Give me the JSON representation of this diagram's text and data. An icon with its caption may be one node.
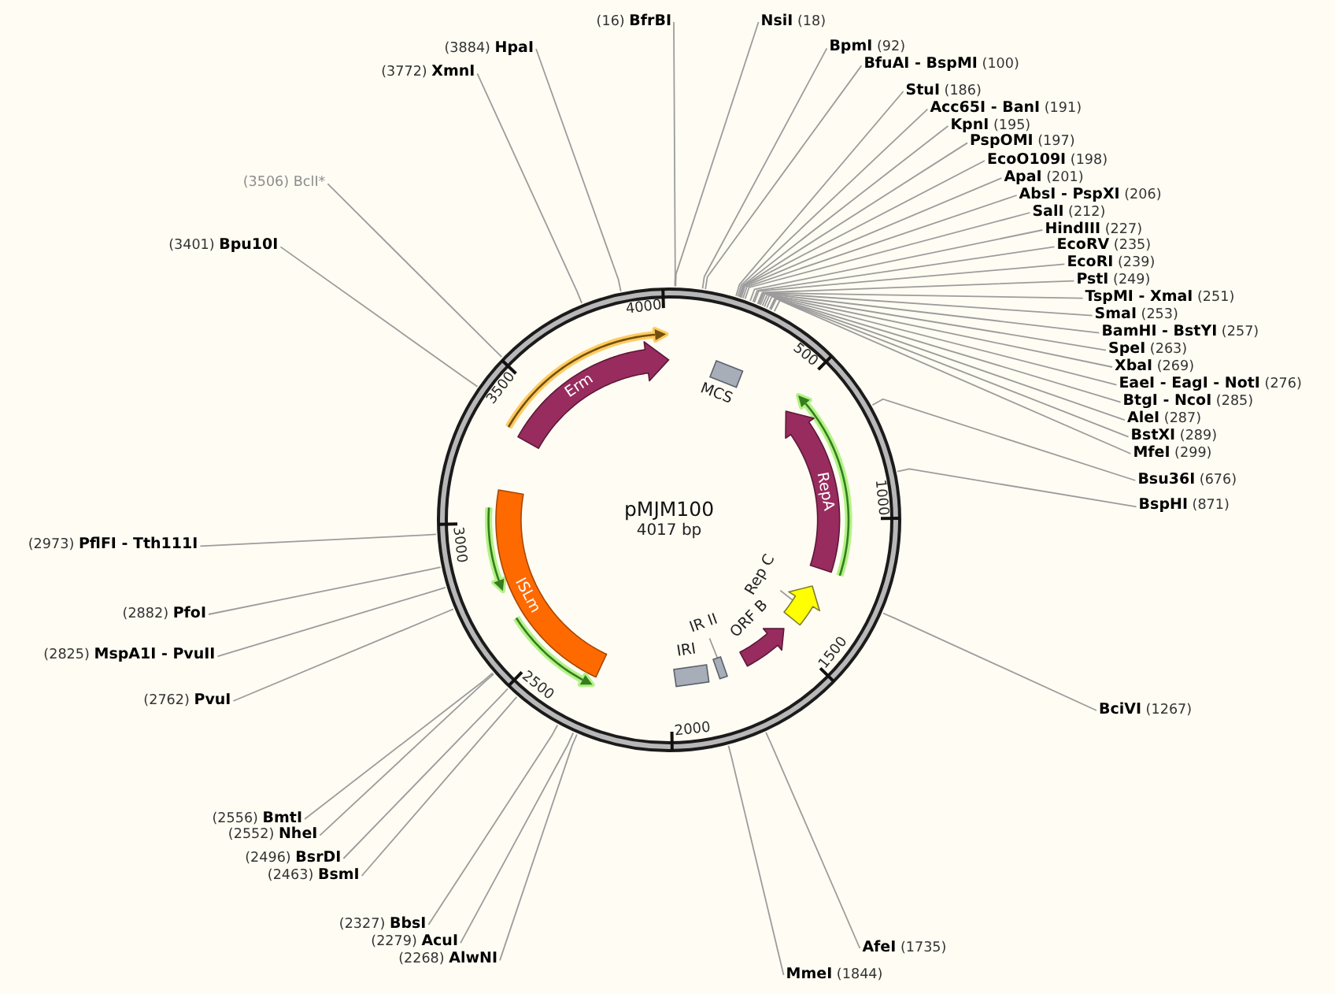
{
  "diagram": {
    "nodes": [
      {
        "text": [
          "pMJM100",
          "4017 bp"
        ]
      },
      {
        "text": [],
        "shape": "arrow",
        "in": 0
      },
      {
        "text": [
          "Erm"
        ],
        "in": 0
      },
      {
        "text": [
          "MCS"
        ],
        "in": 0
      },
      {
        "text": [],
        "shape": "arrow",
        "in": 0
      },
      {
        "text": [
          "RepA"
        ],
        "in": 0
      },
      {
        "text": [],
        "shape": "arrow",
        "in": 0
      },
      {
        "text": [
          "ISLm"
        ],
        "in": 0
      },
      {
        "text": [
          "Rep C"
        ],
        "in": 0
      },
      {
        "text": [],
        "shape": "arrow",
        "in": 0
      },
      {
        "text": [
          "ORF B"
        ],
        "in": 0
      },
      {
        "text": [
          "IR II"
        ],
        "in": 0
      },
      {
        "text": [],
        "shape": "box",
        "in": 0
      },
      {
        "text": [],
        "shape": "arrow",
        "in": 0
      },
      {
        "text": [
          "IRI"
        ],
        "in": 0
      },
      {
        "text": [
          "(16) **BfrBI**"
        ]
      },
      {
        "text": [
          "**NsiI** (18)"
        ]
      },
      {
        "text": [
          "**BpmI** (92)"
        ]
      },
      {
        "text": [
          "**BfuAI - BspMI** (100)"
        ]
      },
      {
        "text": [
          "**StuI** (186)"
        ]
      },
      {
        "text": [
          "**Acc65I - BanI** (191)"
        ]
      },
      {
        "text": [
          "**KpnI** (195)"
        ]
      },
      {
        "text": [
          "**PspOMI** (197)"
        ]
      },
      {
        "text": [
          "**EcoO109I** (198)"
        ]
      },
      {
        "text": [
          "**ApaI** (201)"
        ]
      },
      {
        "text": [
          "**AbsI - PspXI** (206)"
        ]
      },
      {
        "text": [
          "**SalI** (212)"
        ]
      },
      {
        "text": [
          "**HindIII** (227)"
        ]
      },
      {
        "text": [
          "**EcoRV** (235)"
        ]
      },
      {
        "text": [
          "**EcoRI** (239)"
        ]
      },
      {
        "text": [
          "**PstI** (249)"
        ]
      },
      {
        "text": [
          "**TspMI - XmaI** (251)"
        ]
      },
      {
        "text": [
          "**SmaI** (253)"
        ]
      },
      {
        "text": [
          "**BamHI - BstYI** (257)"
        ]
      },
      {
        "text": [
          "**SpeI** (263)"
        ]
      },
      {
        "text": [
          "**XbaI** (269)"
        ]
      },
      {
        "text": [
          "**EaeI - EagI - NotI** (276)"
        ]
      },
      {
        "text": [
          "**BtgI - NcoI** (285)"
        ]
      },
      {
        "text": [
          "**AleI** (287)"
        ]
      },
      {
        "text": [
          "**BstXI** (289)"
        ]
      },
      {
        "text": [
          "**MfeI** (299)"
        ]
      },
      {
        "text": [
          "**Bsu36I** (676)"
        ]
      },
      {
        "text": [
          "**BspHI** (871)"
        ]
      },
      {
        "text": [
          "**BciVI** (1267)"
        ]
      },
      {
        "text": [
          "**AfeI** (1735)"
        ]
      },
      {
        "text": [
          "**MmeI** (1844)"
        ]
      },
      {
        "text": [
          "(2268) **AlwNI**"
        ]
      },
      {
        "text": [
          "(2279) **AcuI**"
        ]
      },
      {
        "text": [
          "(2327) **BbsI**"
        ]
      },
      {
        "text": [
          "(2463) **BsmI**"
        ]
      },
      {
        "text": [
          "(2496) **BsrDI**"
        ]
      },
      {
        "text": [
          "(2552) **NheI**"
        ]
      },
      {
        "text": [
          "(2556) **BmtI**"
        ]
      },
      {
        "text": [
          "(2762) **PvuI**"
        ]
      },
      {
        "text": [
          "(2825) **MspA1I - PvuII**"
        ]
      },
      {
        "text": [
          "(2882) **PfoI**"
        ]
      },
      {
        "text": [
          "(2973) **PflFI - Tth111I**"
        ]
      },
      {
        "text": [
          "(3401) **Bpu10I**"
        ]
      },
      {
        "text": [
          "(3506) BclI*"
        ]
      },
      {
        "text": [
          "(3772) **XmnI**"
        ]
      },
      {
        "text": [
          "(3884) **HpaI**"
        ]
      }
    ],
    "edges": [
      {
        "from": 8,
        "to": 9,
        "arrow": "none"
      },
      {
        "from": 11,
        "to": 12,
        "arrow": "none"
      },
      {
        "from": 15,
        "to": 0,
        "arrow": "none"
      },
      {
        "from": 16,
        "to": 0,
        "arrow": "none"
      },
      {
        "from": 17,
        "to": 0,
        "arrow": "none"
      },
      {
        "from": 18,
        "to": 0,
        "arrow": "none"
      },
      {
        "from": 19,
        "to": 0,
        "arrow": "none"
      },
      {
        "from": 20,
        "to": 0,
        "arrow": "none"
      },
      {
        "from": 21,
        "to": 0,
        "arrow": "none"
      },
      {
        "from": 22,
        "to": 0,
        "arrow": "none"
      },
      {
        "from": 23,
        "to": 0,
        "arrow": "none"
      },
      {
        "from": 24,
        "to": 0,
        "arrow": "none"
      },
      {
        "from": 25,
        "to": 0,
        "arrow": "none"
      },
      {
        "from": 26,
        "to": 0,
        "arrow": "none"
      },
      {
        "from": 27,
        "to": 0,
        "arrow": "none"
      },
      {
        "from": 28,
        "to": 0,
        "arrow": "none"
      },
      {
        "from": 29,
        "to": 0,
        "arrow": "none"
      },
      {
        "from": 30,
        "to": 0,
        "arrow": "none"
      },
      {
        "from": 31,
        "to": 0,
        "arrow": "none"
      },
      {
        "from": 32,
        "to": 0,
        "arrow": "none"
      },
      {
        "from": 33,
        "to": 0,
        "arrow": "none"
      },
      {
        "from": 34,
        "to": 0,
        "arrow": "none"
      },
      {
        "from": 35,
        "to": 0,
        "arrow": "none"
      },
      {
        "from": 36,
        "to": 0,
        "arrow": "none"
      },
      {
        "from": 37,
        "to": 0,
        "arrow": "none"
      },
      {
        "from": 38,
        "to": 0,
        "arrow": "none"
      },
      {
        "from": 39,
        "to": 0,
        "arrow": "none"
      },
      {
        "from": 40,
        "to": 0,
        "arrow": "none"
      },
      {
        "from": 41,
        "to": 0,
        "arrow": "none"
      },
      {
        "from": 42,
        "to": 0,
        "arrow": "none"
      },
      {
        "from": 43,
        "to": 0,
        "arrow": "none"
      },
      {
        "from": 44,
        "to": 0,
        "arrow": "none"
      },
      {
        "from": 45,
        "to": 0,
        "arrow": "none"
      },
      {
        "from": 46,
        "to": 0,
        "arrow": "none"
      },
      {
        "from": 47,
        "to": 0,
        "arrow": "none"
      },
      {
        "from": 48,
        "to": 0,
        "arrow": "none"
      },
      {
        "from": 49,
        "to": 0,
        "arrow": "none"
      },
      {
        "from": 50,
        "to": 0,
        "arrow": "none"
      },
      {
        "from": 51,
        "to": 0,
        "arrow": "none"
      },
      {
        "from": 52,
        "to": 0,
        "arrow": "none"
      },
      {
        "from": 53,
        "to": 0,
        "arrow": "none"
      },
      {
        "from": 54,
        "to": 0,
        "arrow": "none"
      },
      {
        "from": 55,
        "to": 0,
        "arrow": "none"
      },
      {
        "from": 56,
        "to": 0,
        "arrow": "none"
      },
      {
        "from": 57,
        "to": 0,
        "arrow": "none"
      },
      {
        "from": 58,
        "to": 0,
        "arrow": "none"
      },
      {
        "from": 59,
        "to": 0,
        "arrow": "none"
      },
      {
        "from": 60,
        "to": 0,
        "arrow": "none"
      }
    ],
    "labels": [
      "500",
      "1000",
      "1500",
      "2000",
      "2500",
      "3000",
      "3500",
      "4000"
    ]
  }
}
